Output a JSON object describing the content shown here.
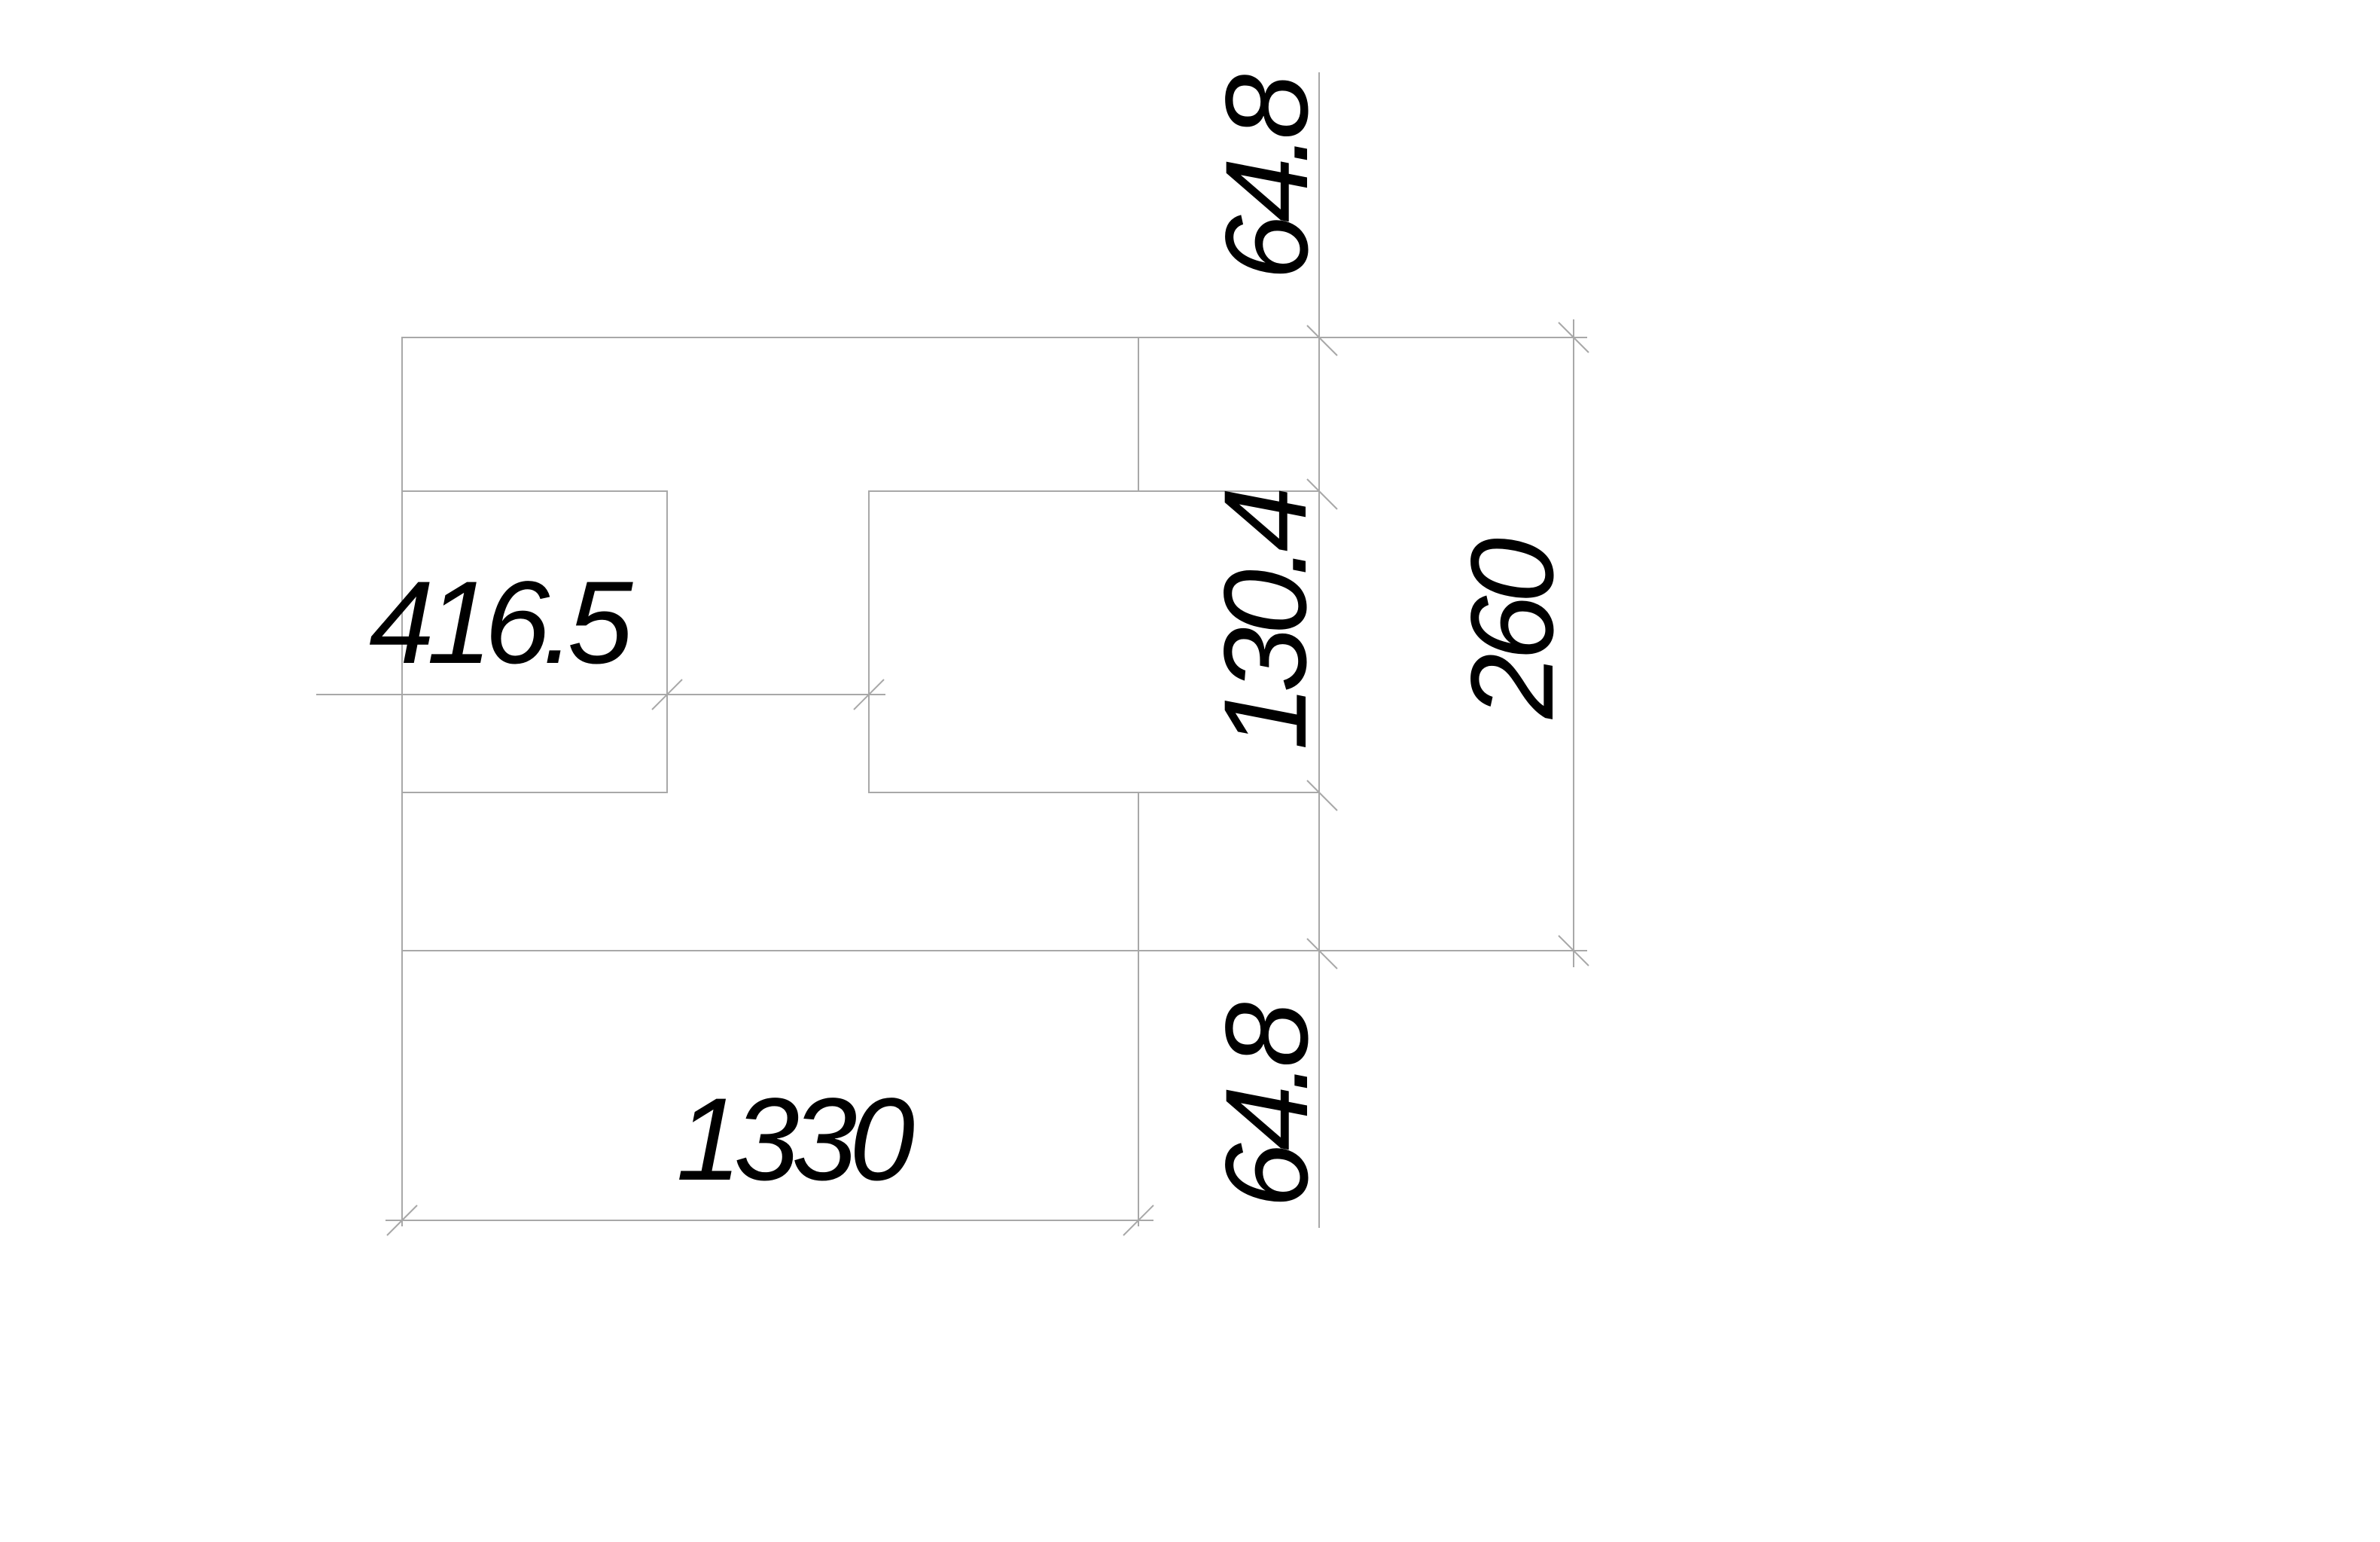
{
  "drawing": {
    "stroke_color": "#a8a8a8",
    "text_color": "#000000",
    "dimensions": {
      "opening_width": "416.5",
      "core_height": "130.4",
      "overall_height": "260",
      "overall_width": "1330",
      "top_offset": "64.8",
      "bottom_offset": "64.8"
    }
  }
}
